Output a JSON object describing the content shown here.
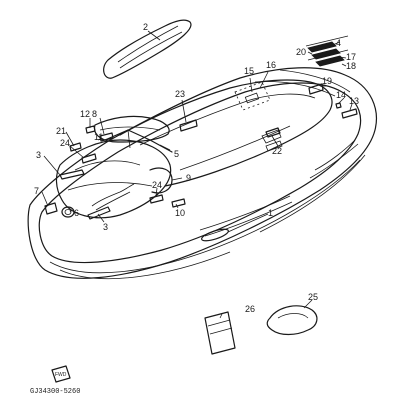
{
  "diagram": {
    "code": "GJ34300-5260",
    "fwd_label": "FWD"
  },
  "callouts": [
    {
      "id": "c1",
      "text": "1"
    },
    {
      "id": "c2",
      "text": "2"
    },
    {
      "id": "c3a",
      "text": "3"
    },
    {
      "id": "c3b",
      "text": "3"
    },
    {
      "id": "c4",
      "text": "4"
    },
    {
      "id": "c5",
      "text": "5"
    },
    {
      "id": "c6",
      "text": "6"
    },
    {
      "id": "c7",
      "text": "7"
    },
    {
      "id": "c8",
      "text": "8"
    },
    {
      "id": "c9",
      "text": "9"
    },
    {
      "id": "c10",
      "text": "10"
    },
    {
      "id": "c11",
      "text": "11"
    },
    {
      "id": "c12",
      "text": "12"
    },
    {
      "id": "c13",
      "text": "13"
    },
    {
      "id": "c14",
      "text": "14"
    },
    {
      "id": "c15",
      "text": "15"
    },
    {
      "id": "c16",
      "text": "16"
    },
    {
      "id": "c17",
      "text": "17"
    },
    {
      "id": "c18",
      "text": "18"
    },
    {
      "id": "c19",
      "text": "19"
    },
    {
      "id": "c20",
      "text": "20"
    },
    {
      "id": "c21",
      "text": "21"
    },
    {
      "id": "c22",
      "text": "22"
    },
    {
      "id": "c23",
      "text": "23"
    },
    {
      "id": "c24a",
      "text": "24"
    },
    {
      "id": "c24b",
      "text": "24"
    },
    {
      "id": "c25",
      "text": "25"
    },
    {
      "id": "c26",
      "text": "26"
    }
  ]
}
